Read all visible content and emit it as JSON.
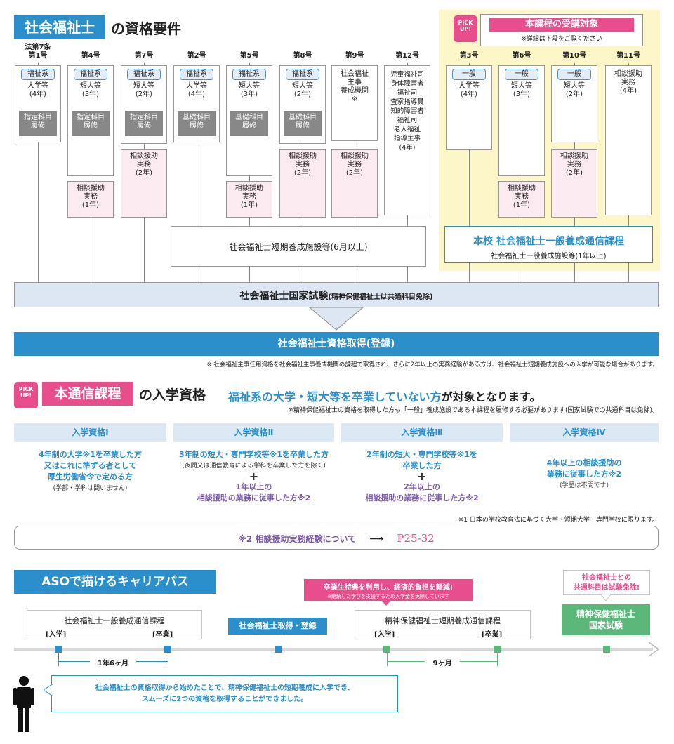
{
  "top": {
    "title_box": "社会福祉士",
    "title_rest": "の資格要件",
    "pickup_badge": "PICK UP!",
    "target_title": "本課程の受講対象",
    "target_note": "※詳細は下段をご覧ください"
  },
  "columns": [
    {
      "label": "法第7条\n第1号",
      "pill": "福祉系",
      "text": "大学等\n(4年)",
      "gray": "指定科目\n履修",
      "pink": ""
    },
    {
      "label": "第4号",
      "pill": "福祉系",
      "text": "短大等\n(3年)",
      "gray": "指定科目\n履修",
      "pink": "相談援助\n実務\n(1年)"
    },
    {
      "label": "第7号",
      "pill": "福祉系",
      "text": "短大等\n(2年)",
      "gray": "指定科目\n履修",
      "pink": "相談援助\n実務\n(2年)"
    },
    {
      "label": "第2号",
      "pill": "福祉系",
      "text": "大学等\n(4年)",
      "gray": "基礎科目\n履修",
      "pink": ""
    },
    {
      "label": "第5号",
      "pill": "福祉系",
      "text": "短大等\n(3年)",
      "gray": "基礎科目\n履修",
      "pink": "相談援助\n実務\n(1年)"
    },
    {
      "label": "第8号",
      "pill": "福祉系",
      "text": "短大等\n(2年)",
      "gray": "基礎科目\n履修",
      "pink": "相談援助\n実務\n(2年)"
    },
    {
      "label": "第9号",
      "pill": "",
      "text": "社会福祉\n主事\n養成機関\n※",
      "gray": "",
      "pink": "相談援助\n実務\n(2年)"
    },
    {
      "label": "第12号",
      "pill": "",
      "text": "児童福祉司\n身体障害者\n福祉司\n査察指導員\n知的障害者\n福祉司\n老人福祉\n指導主事\n(4年)",
      "gray": "",
      "pink": ""
    },
    {
      "label": "第3号",
      "pill": "一般",
      "text": "大学等\n(4年)",
      "gray": "",
      "pink": ""
    },
    {
      "label": "第6号",
      "pill": "一般",
      "text": "短大等\n(3年)",
      "gray": "",
      "pink": "相談援助\n実務\n(1年)"
    },
    {
      "label": "第10号",
      "pill": "一般",
      "text": "短大等\n(2年)",
      "gray": "",
      "pink": "相談援助\n実務\n(2年)"
    },
    {
      "label": "第11号",
      "pill": "",
      "text": "相談援助\n実務\n(4年)",
      "gray": "",
      "pink": ""
    }
  ],
  "short_facility": "社会福祉士短期養成施設等(6月以上)",
  "general_course": {
    "title": "本校 社会福祉士一般養成通信課程",
    "sub": "社会福祉士一般養成施設等(1年以上)"
  },
  "exam": {
    "title": "社会福祉士国家試験",
    "note": "(精神保健福祉士は共通科目免除)"
  },
  "registration": "社会福祉士資格取得(登録)",
  "footnote_top": "※ 社会福祉主事任用資格を社会福祉主事養成機関の課程で取得され、さらに2年以上の実務経験がある方は、社会福祉士短期養成施設への入学が可能な場合があります。",
  "admission": {
    "badge": "PICK UP!",
    "title_box": "本通信課程",
    "title_rest": "の入学資格",
    "lead_blue": "福祉系の大学・短大等を卒業していない方",
    "lead_rest": "が対象となります。",
    "note": "※精神保健福祉士の資格を取得した方も「一般」養成施設である本課程を履修する必要があります(国家試験での共通科目は免除)。",
    "quals": [
      {
        "head": "入学資格Ⅰ",
        "l1": "4年制の大学※1を卒業した方",
        "l2": "又はこれに準ずる者として",
        "l3": "厚生労働省令で定める方",
        "small": "(学部・学科は問いません)",
        "l4": "",
        "l5": ""
      },
      {
        "head": "入学資格Ⅱ",
        "l1": "3年制の短大・専門学校等※1を卒業した方",
        "l2": "",
        "l3": "",
        "small": "(夜間又は通信教育による学科を卒業した方を除く)",
        "l4": "1年以上の",
        "l5": "相談援助の業務に従事した方※2"
      },
      {
        "head": "入学資格Ⅲ",
        "l1": "2年制の短大・専門学校等※1を",
        "l2": "卒業した方",
        "l3": "",
        "small": "",
        "l4": "2年以上の",
        "l5": "相談援助の業務に従事した方※2"
      },
      {
        "head": "入学資格Ⅳ",
        "l1": "4年以上の相談援助の",
        "l2": "業務に従事した方※2",
        "l3": "",
        "small": "(学歴は不問です)",
        "l4": "",
        "l5": ""
      }
    ],
    "plus": "+",
    "footnote": "※1 日本の学校教育法に基づく大学・短期大学・専門学校に限ります。",
    "link_label": "※2 相談援助実務経験について",
    "link_arrow": "⟶",
    "link_pages": "P25-32"
  },
  "career": {
    "title": "ASOで描けるキャリアパス",
    "course1": "社会福祉士一般養成通信課程",
    "enter": "[入学]",
    "graduate": "[卒業]",
    "duration1": "1年6ヶ月",
    "register": "社会福祉士取得・登録",
    "promo_title": "卒業生特典を利用し、経済的負担を軽減!",
    "promo_sub": "※継続した学びを支援するため入学金を免除しています",
    "course2": "精神保健福祉士短期養成通信課程",
    "duration2": "9ヶ月",
    "exempt_note": "社会福祉士との\n共通科目は試験免除!",
    "exam2": "精神保健福祉士\n国家試験",
    "testimonial_l1": "社会福祉士の資格取得から始めたことで、精神保健福祉士の短期養成に入学でき、",
    "testimonial_l2": "スムーズに2つの資格を取得することができました。"
  },
  "colors": {
    "blue": "#2b8fcb",
    "pink": "#e94e8c",
    "green": "#5bb87a",
    "yellow": "#fdf6c9"
  }
}
